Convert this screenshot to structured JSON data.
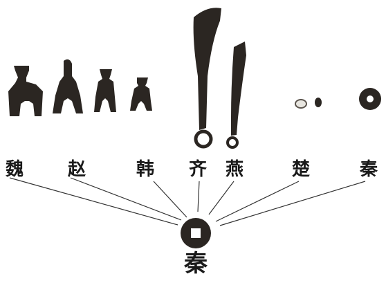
{
  "states": [
    {
      "key": "wei",
      "label": "魏"
    },
    {
      "key": "zhao",
      "label": "赵"
    },
    {
      "key": "han",
      "label": "韩"
    },
    {
      "key": "qi",
      "label": "齐"
    },
    {
      "key": "yan",
      "label": "燕"
    },
    {
      "key": "chu",
      "label": "楚"
    },
    {
      "key": "qin",
      "label": "秦"
    }
  ],
  "unified": {
    "label": "秦"
  },
  "colors": {
    "coin": "#2b2622",
    "coin_light": "#5a534c",
    "line": "#333333",
    "text": "#1a1a1a"
  },
  "icons": [
    "spade-coin-icon",
    "knife-coin-icon",
    "ant-nose-coin-icon",
    "round-coin-icon",
    "square-hole-coin-icon"
  ]
}
